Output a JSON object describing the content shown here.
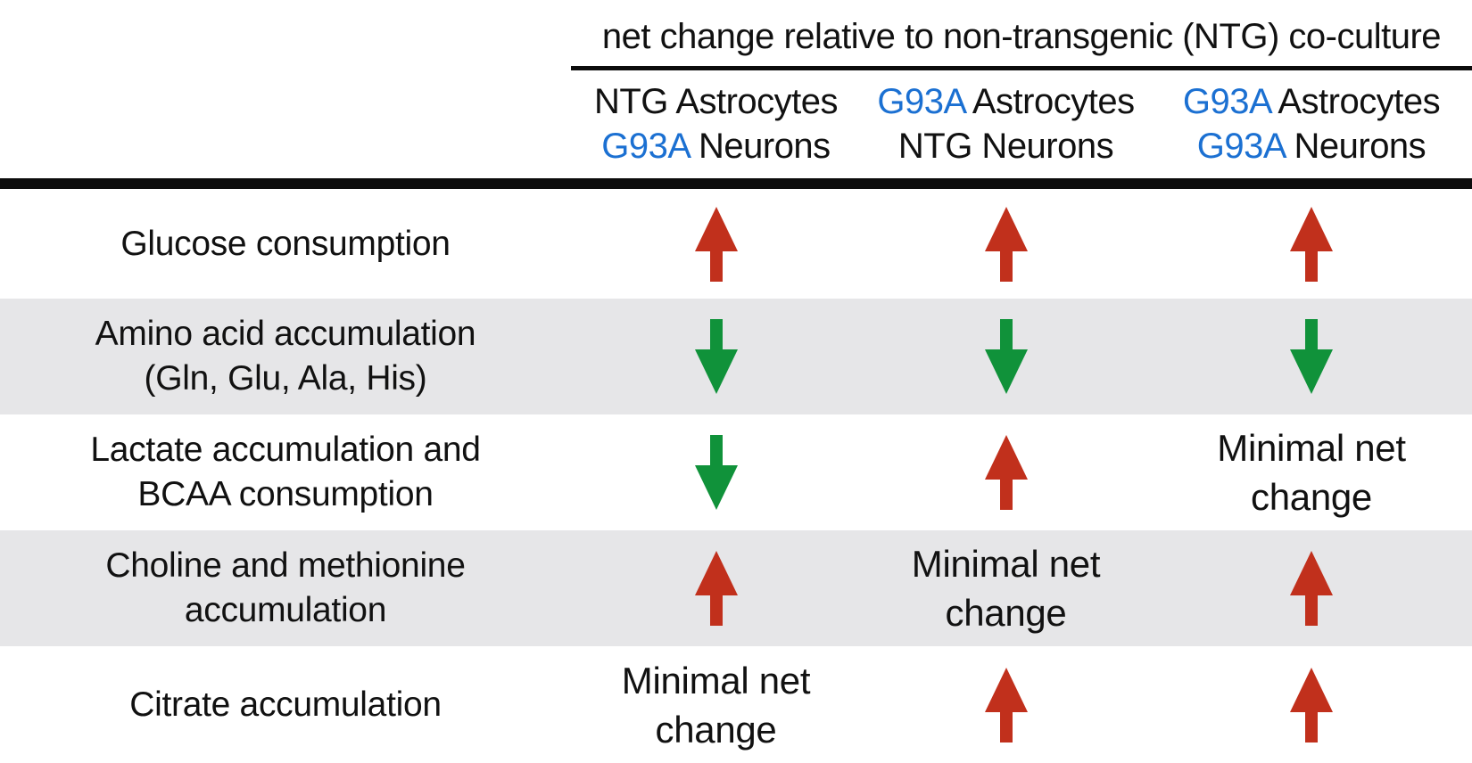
{
  "figure": {
    "title": "net change relative to non-transgenic (NTG) co-culture"
  },
  "header": {
    "astrocytes_label": "Astrocytes",
    "neurons_label": "Neurons",
    "columns": [
      {
        "astrocytes_genotype": "NTG",
        "neurons_genotype": "G93A"
      },
      {
        "astrocytes_genotype": "G93A",
        "neurons_genotype": "NTG"
      },
      {
        "astrocytes_genotype": "G93A",
        "neurons_genotype": "G93A"
      }
    ]
  },
  "cells": {
    "minimal_lines": [
      "Minimal net",
      "change"
    ],
    "up_icon": "up-arrow-icon",
    "down_icon": "down-arrow-icon"
  },
  "rows": [
    {
      "label_lines": [
        "Glucose consumption"
      ],
      "values": [
        "up",
        "up",
        "up"
      ]
    },
    {
      "label_lines": [
        "Amino acid accumulation",
        "(Gln, Glu, Ala, His)"
      ],
      "values": [
        "down",
        "down",
        "down"
      ]
    },
    {
      "label_lines": [
        "Lactate accumulation and",
        "BCAA consumption"
      ],
      "values": [
        "down",
        "up",
        "minimal"
      ]
    },
    {
      "label_lines": [
        "Choline and methionine",
        "accumulation"
      ],
      "values": [
        "up",
        "minimal",
        "up"
      ]
    },
    {
      "label_lines": [
        "Citrate accumulation"
      ],
      "values": [
        "minimal",
        "up",
        "up"
      ]
    }
  ],
  "colors": {
    "increase_red": "#C1301C",
    "decrease_green": "#10923A",
    "g93a_blue": "#1B70D2",
    "alt_row_bg": "#E6E6E8",
    "text": "#111111",
    "rule": "#0C0C0C"
  }
}
